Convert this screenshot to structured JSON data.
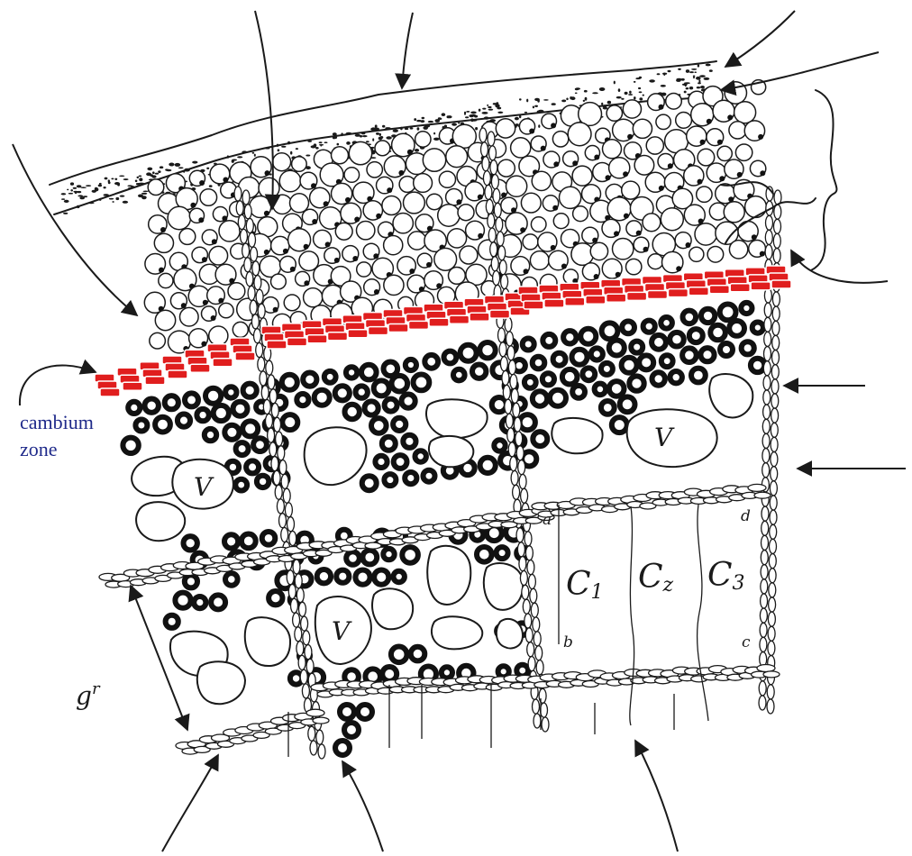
{
  "labels": {
    "cambium_line1": "cambium",
    "cambium_line2": "zone",
    "vessel": "V",
    "c1": "C",
    "c1_sub": "1",
    "c2": "C",
    "c2_sub": "z",
    "c3": "C",
    "c3_sub": "3",
    "corner_a": "a",
    "corner_b": "b",
    "corner_c": "c",
    "corner_d": "d",
    "growth_ring": "g",
    "growth_ring_sup": "r"
  },
  "colors": {
    "cambium": "#e01e1e",
    "label_blue": "#1f2a8a",
    "ink": "#1a1a1a"
  }
}
